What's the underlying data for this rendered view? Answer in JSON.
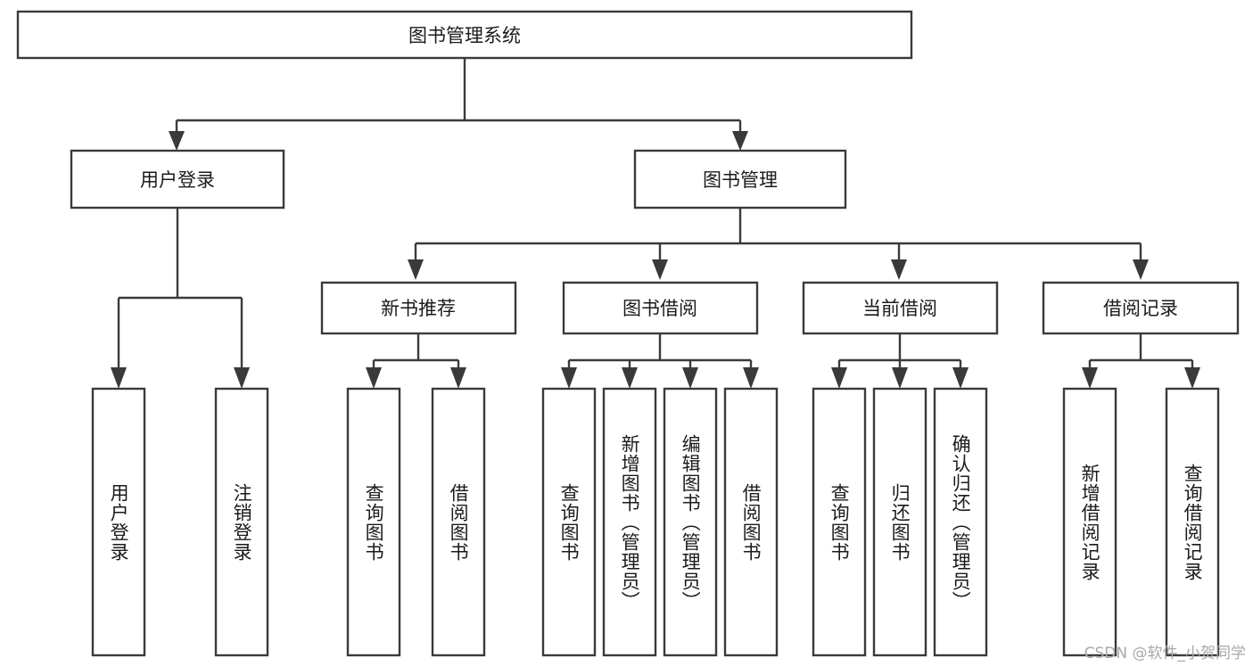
{
  "diagram": {
    "type": "tree-hierarchy",
    "title": "图书管理系统",
    "root": {
      "id": "root",
      "label": "图书管理系统",
      "level": 0
    },
    "level1": [
      {
        "id": "user-login",
        "label": "用户登录"
      },
      {
        "id": "book-management",
        "label": "图书管理"
      }
    ],
    "level2": [
      {
        "id": "new-book-recommend",
        "label": "新书推荐",
        "parent": "book-management"
      },
      {
        "id": "book-borrow",
        "label": "图书借阅",
        "parent": "book-management"
      },
      {
        "id": "current-borrow",
        "label": "当前借阅",
        "parent": "book-management"
      },
      {
        "id": "borrow-record",
        "label": "借阅记录",
        "parent": "book-management"
      }
    ],
    "leaves": {
      "user-login": [
        {
          "id": "leaf-user-login",
          "label": "用户登录"
        },
        {
          "id": "leaf-logout",
          "label": "注销登录"
        }
      ],
      "new-book-recommend": [
        {
          "id": "leaf-query-book-1",
          "label": "查询图书"
        },
        {
          "id": "leaf-borrow-book-1",
          "label": "借阅图书"
        }
      ],
      "book-borrow": [
        {
          "id": "leaf-query-book-2",
          "label": "查询图书"
        },
        {
          "id": "leaf-add-book",
          "label": "新增图书（管理员）"
        },
        {
          "id": "leaf-edit-book",
          "label": "编辑图书（管理员）"
        },
        {
          "id": "leaf-borrow-book-2",
          "label": "借阅图书"
        }
      ],
      "current-borrow": [
        {
          "id": "leaf-query-book-3",
          "label": "查询图书"
        },
        {
          "id": "leaf-return-book",
          "label": "归还图书"
        },
        {
          "id": "leaf-confirm-return",
          "label": "确认归还（管理员）"
        }
      ],
      "borrow-record": [
        {
          "id": "leaf-add-record",
          "label": "新增借阅记录"
        },
        {
          "id": "leaf-query-record",
          "label": "查询借阅记录"
        }
      ]
    }
  },
  "watermark": {
    "text": "CSDN @软件_小贺同学"
  },
  "colors": {
    "stroke": "#3a3a3a",
    "box_fill": "#ffffff",
    "text": "#1b1b1b",
    "watermark": "#a8a8a8",
    "background": "#ffffff"
  }
}
